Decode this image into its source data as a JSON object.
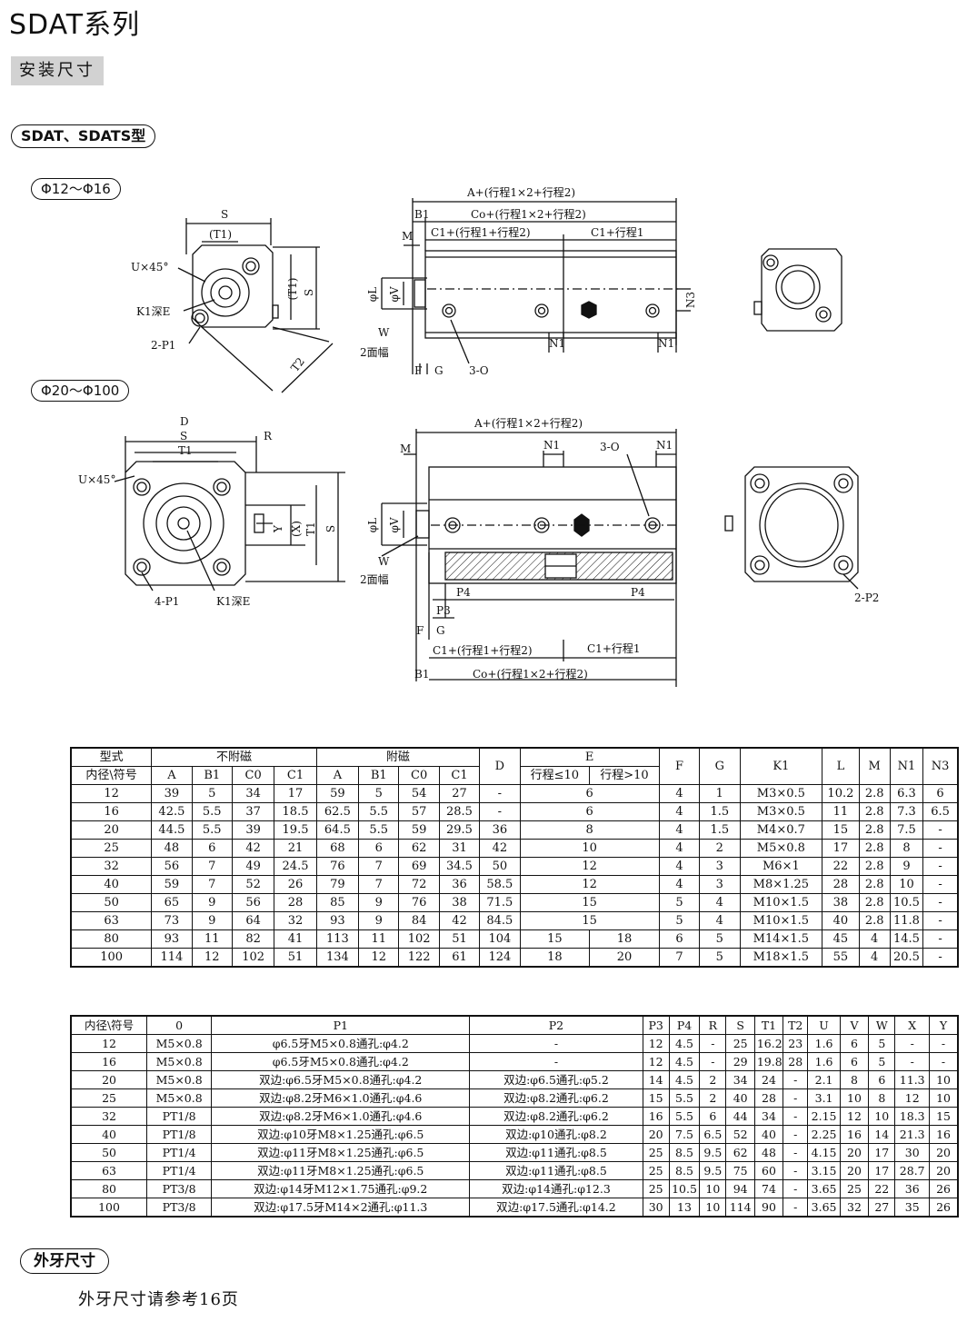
{
  "title": "SDAT系列",
  "section_label": "安装尺寸",
  "model_label": "SDAT、SDATS型",
  "size_labels": [
    "Φ12～Φ16",
    "Φ20～Φ100"
  ],
  "drawing1_labels": {
    "s": "S",
    "t1p": "(T1)",
    "u45": "U×45°",
    "k1e": "K1深E",
    "p1": "2-P1",
    "t1v": "(T1)",
    "sv": "S",
    "t2": "T2",
    "a": "A+(行程1×2+行程2)",
    "b1": "B1",
    "co": "Co+(行程1×2+行程2)",
    "m": "M",
    "c1a": "C1+(行程1+行程2)",
    "c1b": "C1+行程1",
    "phil": "φL",
    "phiv": "φV",
    "w": "W",
    "w2": "2面幅",
    "f": "F",
    "g": "G",
    "o3": "3-O",
    "n1a": "N1",
    "n1b": "N1",
    "n3": "N3"
  },
  "drawing2_labels": {
    "d": "D",
    "s": "S",
    "t1": "T1",
    "r": "R",
    "u45": "U×45°",
    "p1": "4-P1",
    "k1e": "K1深E",
    "y": "Y",
    "x": "(X)",
    "t1v": "T1",
    "sv": "S",
    "a": "A+(行程1×2+行程2)",
    "m": "M",
    "n1a": "N1",
    "o3": "3-O",
    "n1b": "N1",
    "phil": "φL",
    "phiv": "φV",
    "w": "W",
    "w2": "2面幅",
    "p4a": "P4",
    "p4b": "P4",
    "p3": "P3",
    "f": "F",
    "g": "G",
    "c1a": "C1+(行程1+行程2)",
    "c1b": "C1+行程1",
    "b1": "B1",
    "co": "Co+(行程1×2+行程2)",
    "p2": "2-P2"
  },
  "table1": {
    "h1": {
      "model": "型式",
      "nomag": "不附磁",
      "mag": "附磁",
      "D": "D",
      "E": "E",
      "F": "F",
      "G": "G",
      "K1": "K1",
      "L": "L",
      "M": "M",
      "N1": "N1",
      "N3": "N3"
    },
    "h2": {
      "bore": "内径\\符号",
      "A": "A",
      "B1": "B1",
      "C0": "C0",
      "C1": "C1",
      "A2": "A",
      "B12": "B1",
      "C02": "C0",
      "C12": "C1",
      "E1": "行程≤10",
      "E2": "行程>10"
    },
    "rows": [
      [
        "12",
        "39",
        "5",
        "34",
        "17",
        "59",
        "5",
        "54",
        "27",
        "-",
        "6",
        "",
        "4",
        "1",
        "M3×0.5",
        "10.2",
        "2.8",
        "6.3",
        "6"
      ],
      [
        "16",
        "42.5",
        "5.5",
        "37",
        "18.5",
        "62.5",
        "5.5",
        "57",
        "28.5",
        "-",
        "6",
        "",
        "4",
        "1.5",
        "M3×0.5",
        "11",
        "2.8",
        "7.3",
        "6.5"
      ],
      [
        "20",
        "44.5",
        "5.5",
        "39",
        "19.5",
        "64.5",
        "5.5",
        "59",
        "29.5",
        "36",
        "8",
        "",
        "4",
        "1.5",
        "M4×0.7",
        "15",
        "2.8",
        "7.5",
        "-"
      ],
      [
        "25",
        "48",
        "6",
        "42",
        "21",
        "68",
        "6",
        "62",
        "31",
        "42",
        "10",
        "",
        "4",
        "2",
        "M5×0.8",
        "17",
        "2.8",
        "8",
        "-"
      ],
      [
        "32",
        "56",
        "7",
        "49",
        "24.5",
        "76",
        "7",
        "69",
        "34.5",
        "50",
        "12",
        "",
        "4",
        "3",
        "M6×1",
        "22",
        "2.8",
        "9",
        "-"
      ],
      [
        "40",
        "59",
        "7",
        "52",
        "26",
        "79",
        "7",
        "72",
        "36",
        "58.5",
        "12",
        "",
        "4",
        "3",
        "M8×1.25",
        "28",
        "2.8",
        "10",
        "-"
      ],
      [
        "50",
        "65",
        "9",
        "56",
        "28",
        "85",
        "9",
        "76",
        "38",
        "71.5",
        "15",
        "",
        "5",
        "4",
        "M10×1.5",
        "38",
        "2.8",
        "10.5",
        "-"
      ],
      [
        "63",
        "73",
        "9",
        "64",
        "32",
        "93",
        "9",
        "84",
        "42",
        "84.5",
        "15",
        "",
        "5",
        "4",
        "M10×1.5",
        "40",
        "2.8",
        "11.8",
        "-"
      ],
      [
        "80",
        "93",
        "11",
        "82",
        "41",
        "113",
        "11",
        "102",
        "51",
        "104",
        "15",
        "18",
        "6",
        "5",
        "M14×1.5",
        "45",
        "4",
        "14.5",
        "-"
      ],
      [
        "100",
        "114",
        "12",
        "102",
        "51",
        "134",
        "12",
        "122",
        "61",
        "124",
        "18",
        "20",
        "7",
        "5",
        "M18×1.5",
        "55",
        "4",
        "20.5",
        "-"
      ]
    ]
  },
  "table2": {
    "headers": [
      "内径\\符号",
      "0",
      "P1",
      "P2",
      "P3",
      "P4",
      "R",
      "S",
      "T1",
      "T2",
      "U",
      "V",
      "W",
      "X",
      "Y"
    ],
    "rows": [
      [
        "12",
        "M5×0.8",
        "φ6.5牙M5×0.8通孔:φ4.2",
        "-",
        "12",
        "4.5",
        "-",
        "25",
        "16.2",
        "23",
        "1.6",
        "6",
        "5",
        "-",
        "-"
      ],
      [
        "16",
        "M5×0.8",
        "φ6.5牙M5×0.8通孔:φ4.2",
        "-",
        "12",
        "4.5",
        "-",
        "29",
        "19.8",
        "28",
        "1.6",
        "6",
        "5",
        "-",
        "-"
      ],
      [
        "20",
        "M5×0.8",
        "双边:φ6.5牙M5×0.8通孔:φ4.2",
        "双边:φ6.5通孔:φ5.2",
        "14",
        "4.5",
        "2",
        "34",
        "24",
        "-",
        "2.1",
        "8",
        "6",
        "11.3",
        "10"
      ],
      [
        "25",
        "M5×0.8",
        "双边:φ8.2牙M6×1.0通孔:φ4.6",
        "双边:φ8.2通孔:φ6.2",
        "15",
        "5.5",
        "2",
        "40",
        "28",
        "-",
        "3.1",
        "10",
        "8",
        "12",
        "10"
      ],
      [
        "32",
        "PT1/8",
        "双边:φ8.2牙M6×1.0通孔:φ4.6",
        "双边:φ8.2通孔:φ6.2",
        "16",
        "5.5",
        "6",
        "44",
        "34",
        "-",
        "2.15",
        "12",
        "10",
        "18.3",
        "15"
      ],
      [
        "40",
        "PT1/8",
        "双边:φ10牙M8×1.25通孔:φ6.5",
        "双边:φ10通孔:φ8.2",
        "20",
        "7.5",
        "6.5",
        "52",
        "40",
        "-",
        "2.25",
        "16",
        "14",
        "21.3",
        "16"
      ],
      [
        "50",
        "PT1/4",
        "双边:φ11牙M8×1.25通孔:φ6.5",
        "双边:φ11通孔:φ8.5",
        "25",
        "8.5",
        "9.5",
        "62",
        "48",
        "-",
        "4.15",
        "20",
        "17",
        "30",
        "20"
      ],
      [
        "63",
        "PT1/4",
        "双边:φ11牙M8×1.25通孔:φ6.5",
        "双边:φ11通孔:φ8.5",
        "25",
        "8.5",
        "9.5",
        "75",
        "60",
        "-",
        "3.15",
        "20",
        "17",
        "28.7",
        "20"
      ],
      [
        "80",
        "PT3/8",
        "双边:φ14牙M12×1.75通孔:φ9.2",
        "双边:φ14通孔:φ12.3",
        "25",
        "10.5",
        "10",
        "94",
        "74",
        "-",
        "3.65",
        "25",
        "22",
        "36",
        "26"
      ],
      [
        "100",
        "PT3/8",
        "双边:φ17.5牙M14×2通孔:φ11.3",
        "双边:φ17.5通孔:φ14.2",
        "30",
        "13",
        "10",
        "114",
        "90",
        "-",
        "3.65",
        "32",
        "27",
        "35",
        "26"
      ]
    ]
  },
  "external_label": "外牙尺寸",
  "external_note": "外牙尺寸请参考16页"
}
